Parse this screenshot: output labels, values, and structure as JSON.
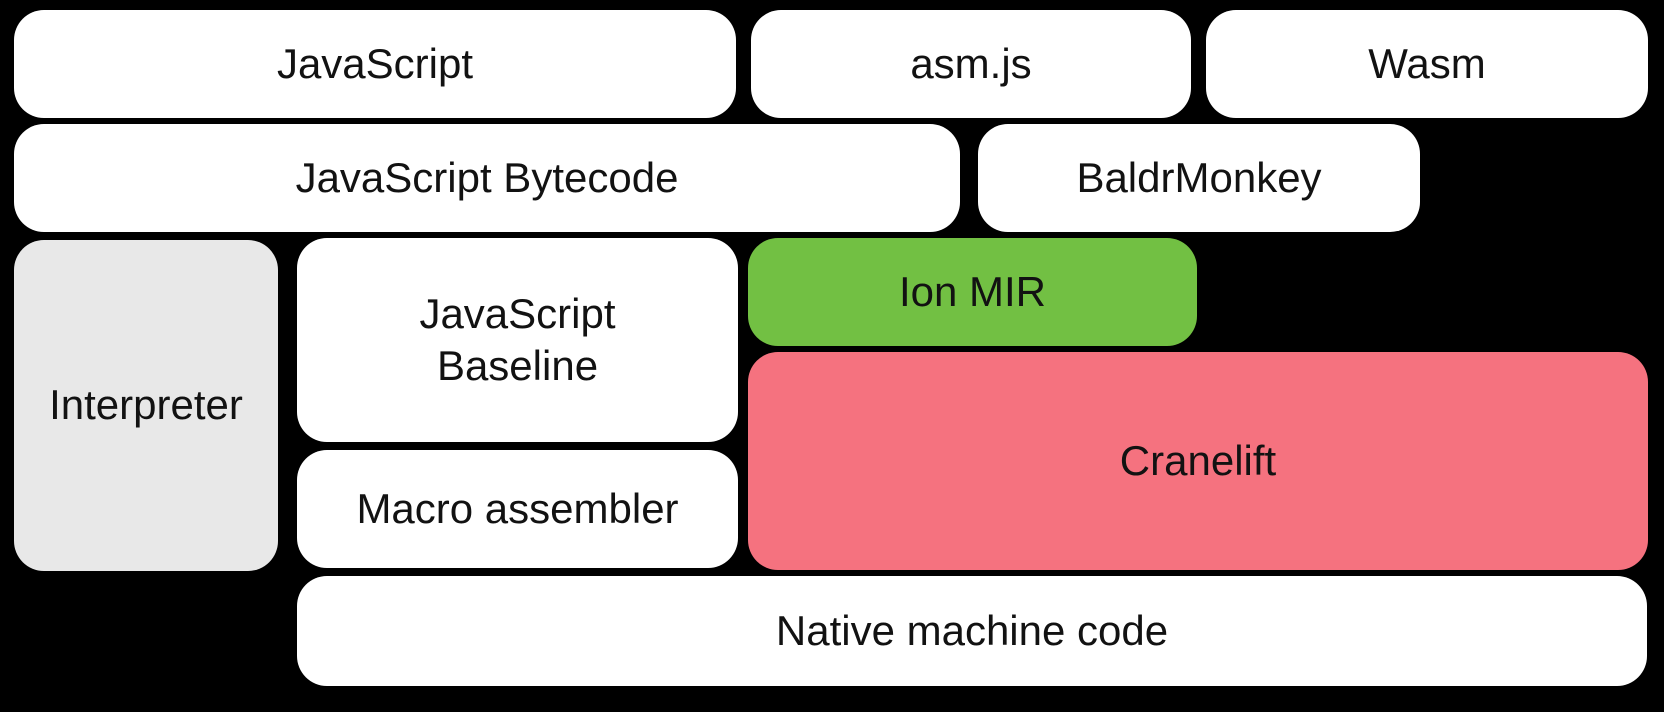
{
  "diagram": {
    "background_color": "#000000",
    "text_color": "#121212",
    "colors": {
      "default_box": "#ffffff",
      "interpreter_box": "#e8e8e8",
      "ion_mir_box": "#72c043",
      "cranelift_box": "#f5727f"
    },
    "boxes": {
      "javascript": {
        "label": "JavaScript",
        "fill": "#ffffff"
      },
      "asmjs": {
        "label": "asm.js",
        "fill": "#ffffff"
      },
      "wasm": {
        "label": "Wasm",
        "fill": "#ffffff"
      },
      "js_bytecode": {
        "label": "JavaScript Bytecode",
        "fill": "#ffffff"
      },
      "baldrmonkey": {
        "label": "BaldrMonkey",
        "fill": "#ffffff"
      },
      "interpreter": {
        "label": "Interpreter",
        "fill": "#e8e8e8"
      },
      "js_baseline": {
        "label": "JavaScript Baseline",
        "fill": "#ffffff"
      },
      "ion_mir": {
        "label": "Ion MIR",
        "fill": "#72c043"
      },
      "cranelift": {
        "label": "Cranelift",
        "fill": "#f5727f"
      },
      "macro_assembler": {
        "label": "Macro assembler",
        "fill": "#ffffff"
      },
      "native_machine_code": {
        "label": "Native machine code",
        "fill": "#ffffff"
      }
    }
  }
}
